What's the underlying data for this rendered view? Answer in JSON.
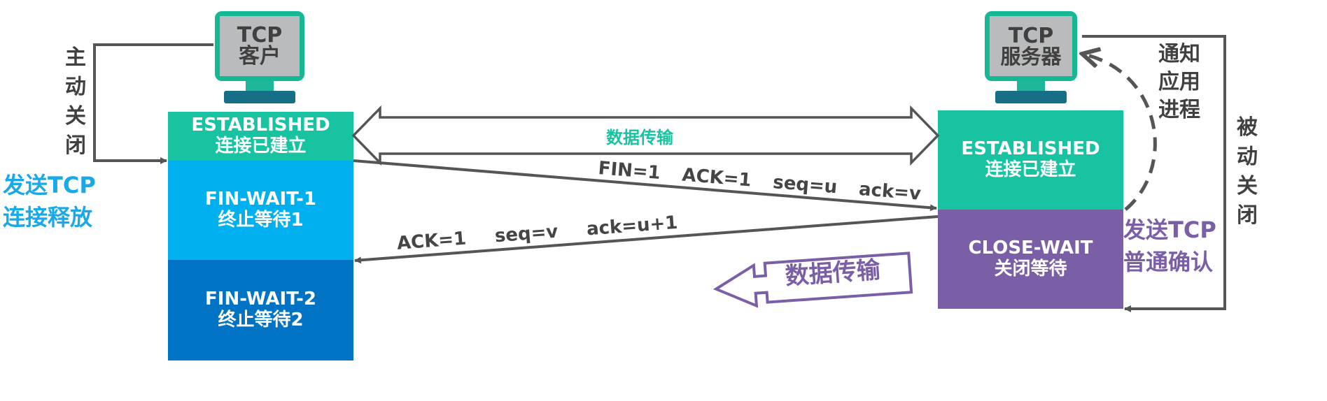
{
  "client": {
    "monitor": {
      "line1": "TCP",
      "line2": "客户"
    },
    "states": [
      {
        "name": "ESTABLISHED",
        "desc": "连接已建立",
        "color": "#17c3a0"
      },
      {
        "name": "FIN-WAIT-1",
        "desc": "终止等待1",
        "color": "#00b0ee"
      },
      {
        "name": "FIN-WAIT-2",
        "desc": "终止等待2",
        "color": "#0073c4"
      }
    ],
    "active_close": [
      "主",
      "动",
      "关",
      "闭"
    ],
    "send_release": [
      "发送TCP",
      "连接释放"
    ]
  },
  "server": {
    "monitor": {
      "line1": "TCP",
      "line2": "服务器"
    },
    "states": [
      {
        "name": "ESTABLISHED",
        "desc": "连接已建立",
        "color": "#17c3a0"
      },
      {
        "name": "CLOSE-WAIT",
        "desc": "关闭等待",
        "color": "#7a5ea6"
      }
    ],
    "notify_app": [
      "通知",
      "应用",
      "进程"
    ],
    "passive_close": [
      "被",
      "动",
      "关",
      "闭"
    ],
    "send_ack": [
      "发送TCP",
      "普通确认"
    ]
  },
  "messages": {
    "data_transfer_mid": "数据传输",
    "fin": [
      "FIN=1",
      "ACK=1",
      "seq=u",
      "ack=v"
    ],
    "ack": [
      "ACK=1",
      "seq=v",
      "ack=u+1"
    ],
    "data_transfer_server": "数据传输"
  },
  "colors": {
    "teal": "#17c3a0",
    "blue_text": "#19a8e8",
    "purple": "#7a5ea6",
    "arrow_gray": "#555555"
  }
}
